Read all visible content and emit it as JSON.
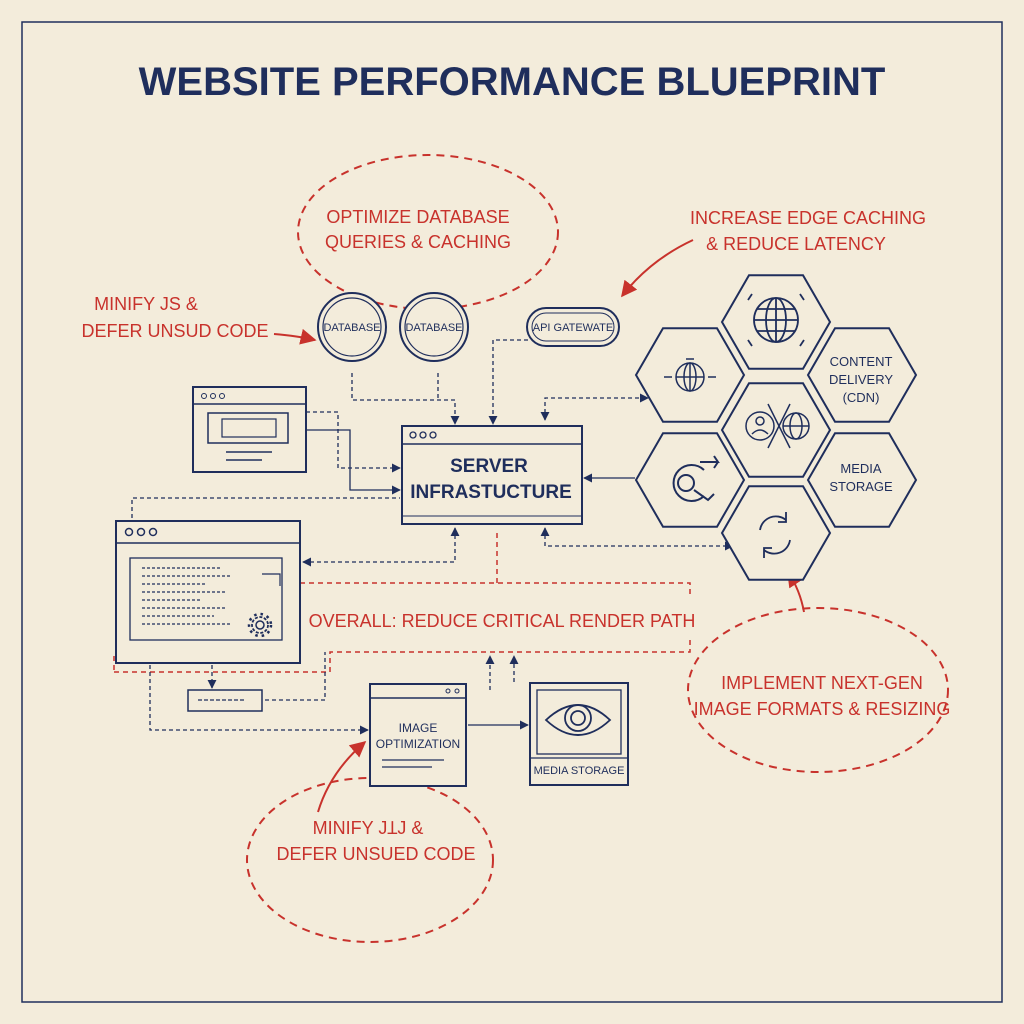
{
  "title": "WEBSITE PERFORMANCE BLUEPRINT",
  "colors": {
    "navy": "#1f2e5c",
    "red": "#c8322c",
    "paper": "#f3ecdb"
  },
  "nodes": {
    "database_1": "DATABASE",
    "database_2": "DATABASE",
    "api_gateway": "API GATEWATE",
    "server_line1": "SERVER",
    "server_line2": "INFRASTUCTURE",
    "image_opt_line1": "IMAGE",
    "image_opt_line2": "OPTIMIZATION",
    "media_storage_box": "MEDIA STORAGE",
    "cdn_line1": "CONTENT",
    "cdn_line2": "DELIVERY",
    "cdn_line3": "(CDN)",
    "media_storage_hex_line1": "MEDIA",
    "media_storage_hex_line2": "STORAGE"
  },
  "icons": {
    "globe": "globe-icon",
    "user_globe": "user-globe-icon",
    "magnifier": "magnifier-icon",
    "refresh": "refresh-icon",
    "eye": "eye-icon",
    "gear": "gear-icon"
  },
  "annotations": {
    "db_line1": "OPTIMIZE DATABASE",
    "db_line2": "QUERIES & CACHING",
    "edge_line1": "INCREASE EDGE CACHING",
    "edge_line2": "& REDUCE LATENCY",
    "minify_top_line1": "MINIFY JS &",
    "minify_top_line2": "DEFER UNSUD CODE",
    "overall": "OVERALL: REDUCE CRITICAL RENDER PATH",
    "nextgen_line1": "IMPLEMENT NEXT-GEN",
    "nextgen_line2": "IMAGE FORMATS & RESIZING",
    "minify_bottom_line1": "MINIFY JꞱJ &",
    "minify_bottom_line2": "DEFER UNSUED CODE"
  }
}
